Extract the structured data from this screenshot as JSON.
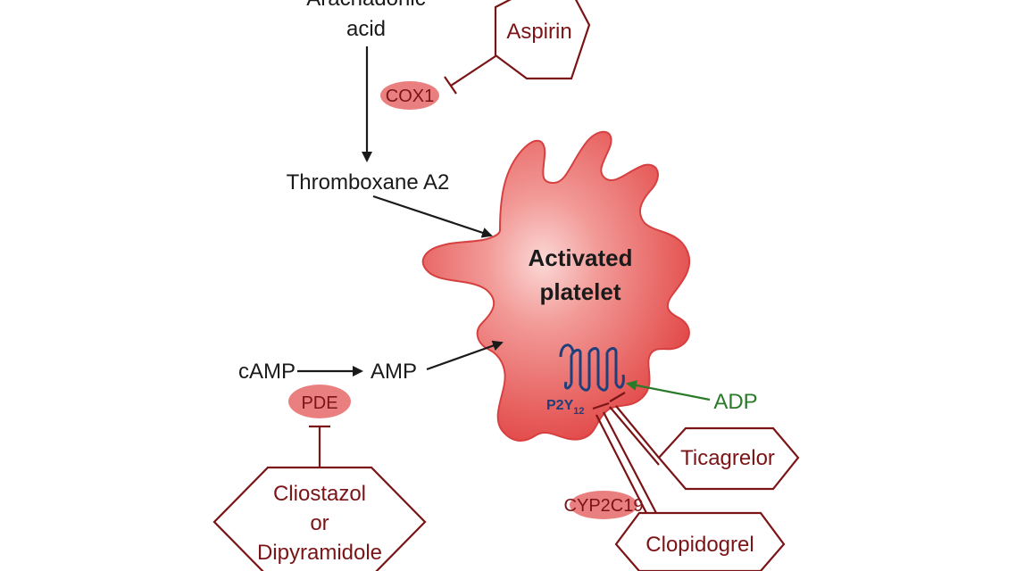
{
  "colors": {
    "drug": "#7a1416",
    "enzyme_fill": "#ea7f80",
    "platelet_fill": "#e8504f",
    "agonist": "#2a7a2a",
    "receptor": "#1f3f7a",
    "arrow": "#1a1a1a"
  },
  "nodes": {
    "arachidonic_line1": "Arachadonic",
    "arachidonic_line2": "acid",
    "thromboxane": "Thromboxane A2",
    "camp": "cAMP",
    "amp": "AMP",
    "adp": "ADP",
    "platelet_line1": "Activated",
    "platelet_line2": "platelet",
    "receptor_main": "P2Y",
    "receptor_sub": "12"
  },
  "enzymes": {
    "cox1": "COX1",
    "pde": "PDE",
    "cyp": "CYP2C19"
  },
  "drugs": {
    "aspirin": "Aspirin",
    "cilostazol_line1": "Cliostazol",
    "cilostazol_line2": "or",
    "cilostazol_line3": "Dipyramidole",
    "ticagrelor": "Ticagrelor",
    "clopidogrel": "Clopidogrel"
  },
  "icons": [
    "platelet-cell-icon",
    "p2y12-receptor-icon"
  ]
}
